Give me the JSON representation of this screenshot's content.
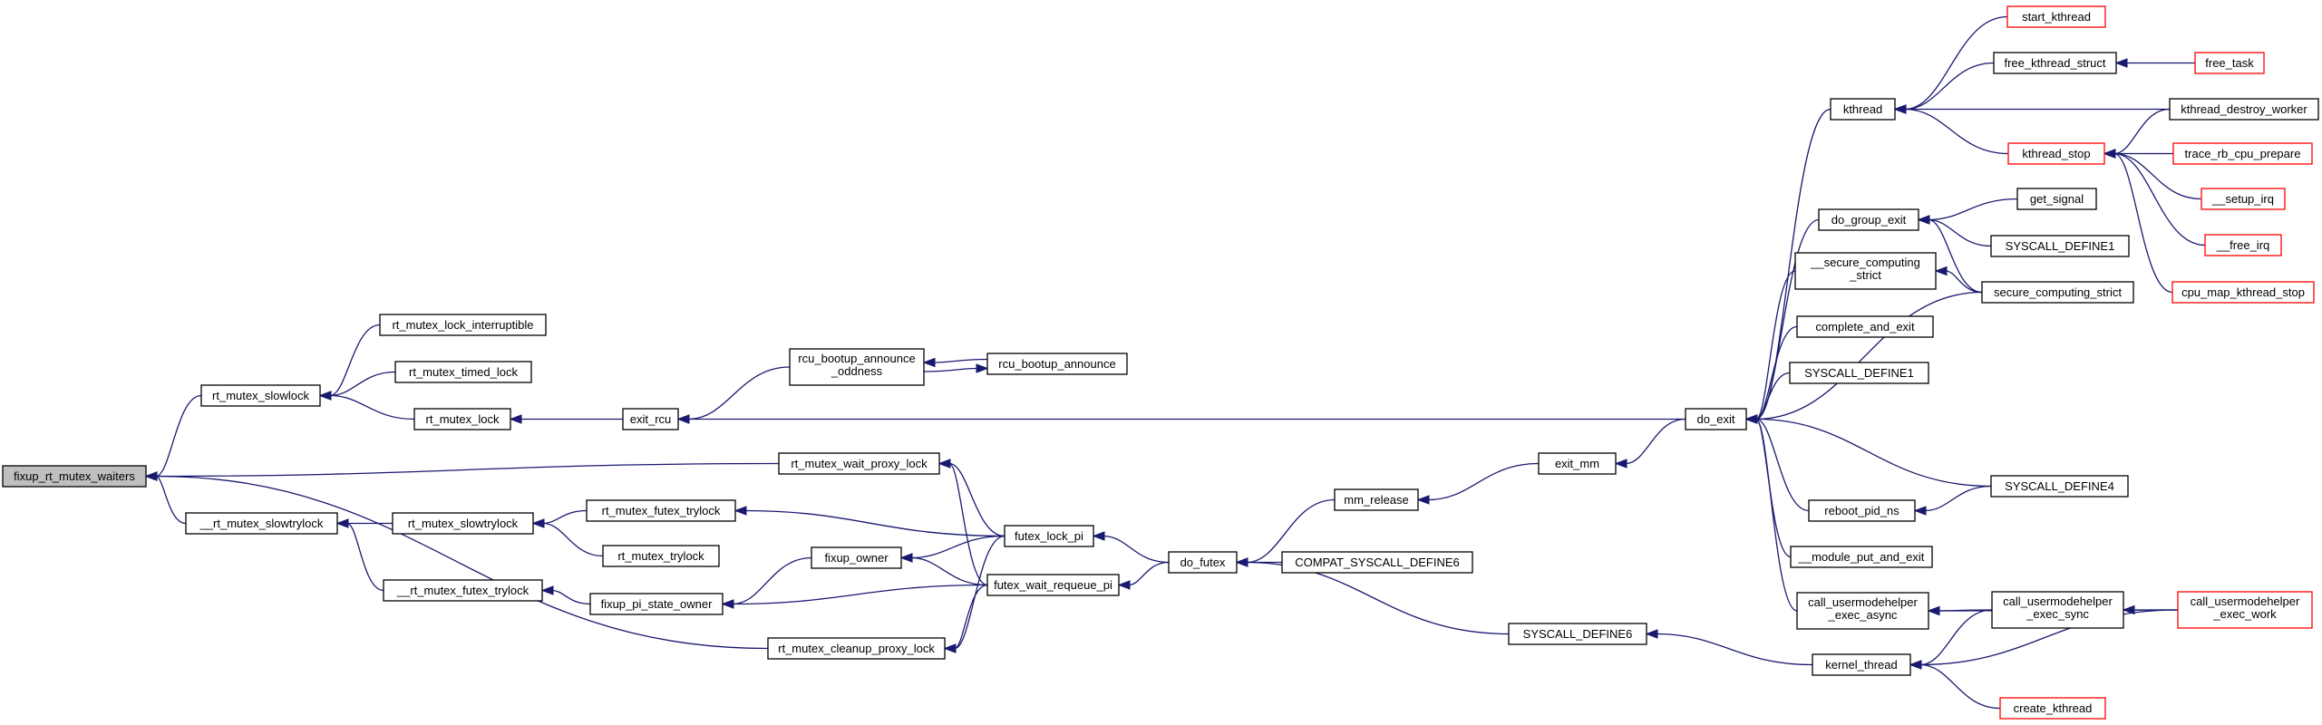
{
  "graph": {
    "nodes": [
      {
        "id": "fixup_rt_mutex_waiters",
        "lines": [
          "fixup_rt_mutex_waiters"
        ],
        "root": true
      },
      {
        "id": "rt_mutex_slowlock",
        "lines": [
          "rt_mutex_slowlock"
        ]
      },
      {
        "id": "__rt_mutex_slowtrylock",
        "lines": [
          "__rt_mutex_slowtrylock"
        ]
      },
      {
        "id": "rt_mutex_wait_proxy_lock",
        "lines": [
          "rt_mutex_wait_proxy_lock"
        ]
      },
      {
        "id": "rt_mutex_cleanup_proxy_lock",
        "lines": [
          "rt_mutex_cleanup_proxy_lock"
        ]
      },
      {
        "id": "rt_mutex_lock_interruptible",
        "lines": [
          "rt_mutex_lock_interruptible"
        ]
      },
      {
        "id": "rt_mutex_timed_lock",
        "lines": [
          "rt_mutex_timed_lock"
        ]
      },
      {
        "id": "rt_mutex_lock",
        "lines": [
          "rt_mutex_lock"
        ]
      },
      {
        "id": "rt_mutex_slowtrylock",
        "lines": [
          "rt_mutex_slowtrylock"
        ]
      },
      {
        "id": "__rt_mutex_futex_trylock",
        "lines": [
          "__rt_mutex_futex_trylock"
        ]
      },
      {
        "id": "exit_rcu",
        "lines": [
          "exit_rcu"
        ]
      },
      {
        "id": "rt_mutex_futex_trylock",
        "lines": [
          "rt_mutex_futex_trylock"
        ]
      },
      {
        "id": "rt_mutex_trylock",
        "lines": [
          "rt_mutex_trylock"
        ]
      },
      {
        "id": "fixup_pi_state_owner",
        "lines": [
          "fixup_pi_state_owner"
        ]
      },
      {
        "id": "rcu_bootup_announce_oddness",
        "lines": [
          "rcu_bootup_announce",
          "_oddness"
        ]
      },
      {
        "id": "fixup_owner",
        "lines": [
          "fixup_owner"
        ]
      },
      {
        "id": "rcu_bootup_announce",
        "lines": [
          "rcu_bootup_announce"
        ]
      },
      {
        "id": "futex_lock_pi",
        "lines": [
          "futex_lock_pi"
        ]
      },
      {
        "id": "futex_wait_requeue_pi",
        "lines": [
          "futex_wait_requeue_pi"
        ]
      },
      {
        "id": "do_futex",
        "lines": [
          "do_futex"
        ]
      },
      {
        "id": "mm_release",
        "lines": [
          "mm_release"
        ]
      },
      {
        "id": "COMPAT_SYSCALL_DEFINE6",
        "lines": [
          "COMPAT_SYSCALL_DEFINE6"
        ]
      },
      {
        "id": "SYSCALL_DEFINE6",
        "lines": [
          "SYSCALL_DEFINE6"
        ]
      },
      {
        "id": "exit_mm",
        "lines": [
          "exit_mm"
        ]
      },
      {
        "id": "do_exit",
        "lines": [
          "do_exit"
        ]
      },
      {
        "id": "kthread",
        "lines": [
          "kthread"
        ]
      },
      {
        "id": "do_group_exit",
        "lines": [
          "do_group_exit"
        ]
      },
      {
        "id": "__secure_computing_strict",
        "lines": [
          "__secure_computing",
          "_strict"
        ]
      },
      {
        "id": "complete_and_exit",
        "lines": [
          "complete_and_exit"
        ]
      },
      {
        "id": "SYSCALL_DEFINE1_a",
        "lines": [
          "SYSCALL_DEFINE1"
        ]
      },
      {
        "id": "reboot_pid_ns",
        "lines": [
          "reboot_pid_ns"
        ]
      },
      {
        "id": "__module_put_and_exit",
        "lines": [
          "__module_put_and_exit"
        ]
      },
      {
        "id": "call_usermodehelper_exec_async",
        "lines": [
          "call_usermodehelper",
          "_exec_async"
        ]
      },
      {
        "id": "kernel_thread",
        "lines": [
          "kernel_thread"
        ]
      },
      {
        "id": "start_kthread",
        "lines": [
          "start_kthread"
        ],
        "red": true
      },
      {
        "id": "free_kthread_struct",
        "lines": [
          "free_kthread_struct"
        ]
      },
      {
        "id": "kthread_stop",
        "lines": [
          "kthread_stop"
        ],
        "red": true
      },
      {
        "id": "get_signal",
        "lines": [
          "get_signal"
        ]
      },
      {
        "id": "SYSCALL_DEFINE1_b",
        "lines": [
          "SYSCALL_DEFINE1"
        ]
      },
      {
        "id": "secure_computing_strict",
        "lines": [
          "secure_computing_strict"
        ]
      },
      {
        "id": "SYSCALL_DEFINE4",
        "lines": [
          "SYSCALL_DEFINE4"
        ]
      },
      {
        "id": "call_usermodehelper_exec_sync",
        "lines": [
          "call_usermodehelper",
          "_exec_sync"
        ]
      },
      {
        "id": "create_kthread",
        "lines": [
          "create_kthread"
        ],
        "red": true
      },
      {
        "id": "free_task",
        "lines": [
          "free_task"
        ],
        "red": true
      },
      {
        "id": "kthread_destroy_worker",
        "lines": [
          "kthread_destroy_worker"
        ]
      },
      {
        "id": "trace_rb_cpu_prepare",
        "lines": [
          "trace_rb_cpu_prepare"
        ],
        "red": true
      },
      {
        "id": "__setup_irq",
        "lines": [
          "__setup_irq"
        ],
        "red": true
      },
      {
        "id": "__free_irq",
        "lines": [
          "__free_irq"
        ],
        "red": true
      },
      {
        "id": "cpu_map_kthread_stop",
        "lines": [
          "cpu_map_kthread_stop"
        ],
        "red": true
      },
      {
        "id": "call_usermodehelper_exec_work",
        "lines": [
          "call_usermodehelper",
          "_exec_work"
        ],
        "red": true
      }
    ],
    "edges": [
      {
        "from": "rt_mutex_slowlock",
        "to": "fixup_rt_mutex_waiters"
      },
      {
        "from": "__rt_mutex_slowtrylock",
        "to": "fixup_rt_mutex_waiters"
      },
      {
        "from": "rt_mutex_wait_proxy_lock",
        "to": "fixup_rt_mutex_waiters"
      },
      {
        "from": "rt_mutex_cleanup_proxy_lock",
        "to": "fixup_rt_mutex_waiters"
      },
      {
        "from": "rt_mutex_lock_interruptible",
        "to": "rt_mutex_slowlock"
      },
      {
        "from": "rt_mutex_timed_lock",
        "to": "rt_mutex_slowlock"
      },
      {
        "from": "rt_mutex_lock",
        "to": "rt_mutex_slowlock"
      },
      {
        "from": "rt_mutex_slowtrylock",
        "to": "__rt_mutex_slowtrylock"
      },
      {
        "from": "__rt_mutex_futex_trylock",
        "to": "__rt_mutex_slowtrylock"
      },
      {
        "from": "exit_rcu",
        "to": "rt_mutex_lock"
      },
      {
        "from": "rt_mutex_futex_trylock",
        "to": "rt_mutex_slowtrylock"
      },
      {
        "from": "rt_mutex_trylock",
        "to": "rt_mutex_slowtrylock"
      },
      {
        "from": "fixup_pi_state_owner",
        "to": "__rt_mutex_futex_trylock"
      },
      {
        "from": "futex_lock_pi",
        "to": "rt_mutex_wait_proxy_lock"
      },
      {
        "from": "futex_wait_requeue_pi",
        "to": "rt_mutex_wait_proxy_lock"
      },
      {
        "from": "futex_lock_pi",
        "to": "rt_mutex_cleanup_proxy_lock"
      },
      {
        "from": "futex_wait_requeue_pi",
        "to": "rt_mutex_cleanup_proxy_lock"
      },
      {
        "from": "rcu_bootup_announce_oddness",
        "to": "exit_rcu"
      },
      {
        "from": "do_exit",
        "to": "exit_rcu"
      },
      {
        "from": "futex_lock_pi",
        "to": "rt_mutex_futex_trylock"
      },
      {
        "from": "fixup_owner",
        "to": "fixup_pi_state_owner"
      },
      {
        "from": "futex_wait_requeue_pi",
        "to": "fixup_pi_state_owner"
      },
      {
        "from": "rcu_bootup_announce",
        "to": "rcu_bootup_announce_oddness"
      },
      {
        "from": "rcu_bootup_announce_oddness",
        "to": "rcu_bootup_announce"
      },
      {
        "from": "futex_lock_pi",
        "to": "fixup_owner"
      },
      {
        "from": "futex_wait_requeue_pi",
        "to": "fixup_owner"
      },
      {
        "from": "do_futex",
        "to": "futex_lock_pi"
      },
      {
        "from": "do_futex",
        "to": "futex_wait_requeue_pi"
      },
      {
        "from": "mm_release",
        "to": "do_futex"
      },
      {
        "from": "COMPAT_SYSCALL_DEFINE6",
        "to": "do_futex"
      },
      {
        "from": "SYSCALL_DEFINE6",
        "to": "do_futex"
      },
      {
        "from": "exit_mm",
        "to": "mm_release"
      },
      {
        "from": "do_exit",
        "to": "exit_mm"
      },
      {
        "from": "kthread",
        "to": "do_exit"
      },
      {
        "from": "do_group_exit",
        "to": "do_exit"
      },
      {
        "from": "__secure_computing_strict",
        "to": "do_exit"
      },
      {
        "from": "complete_and_exit",
        "to": "do_exit"
      },
      {
        "from": "SYSCALL_DEFINE1_a",
        "to": "do_exit"
      },
      {
        "from": "secure_computing_strict",
        "to": "do_exit"
      },
      {
        "from": "SYSCALL_DEFINE4",
        "to": "do_exit"
      },
      {
        "from": "reboot_pid_ns",
        "to": "do_exit"
      },
      {
        "from": "__module_put_and_exit",
        "to": "do_exit"
      },
      {
        "from": "call_usermodehelper_exec_async",
        "to": "do_exit"
      },
      {
        "from": "kernel_thread",
        "to": "SYSCALL_DEFINE6"
      },
      {
        "from": "start_kthread",
        "to": "kthread"
      },
      {
        "from": "free_kthread_struct",
        "to": "kthread"
      },
      {
        "from": "kthread_destroy_worker",
        "to": "kthread"
      },
      {
        "from": "kthread_stop",
        "to": "kthread"
      },
      {
        "from": "get_signal",
        "to": "do_group_exit"
      },
      {
        "from": "SYSCALL_DEFINE1_b",
        "to": "do_group_exit"
      },
      {
        "from": "secure_computing_strict",
        "to": "do_group_exit"
      },
      {
        "from": "secure_computing_strict",
        "to": "__secure_computing_strict"
      },
      {
        "from": "SYSCALL_DEFINE4",
        "to": "reboot_pid_ns"
      },
      {
        "from": "call_usermodehelper_exec_work",
        "to": "call_usermodehelper_exec_async"
      },
      {
        "from": "call_usermodehelper_exec_sync",
        "to": "call_usermodehelper_exec_async"
      },
      {
        "from": "call_usermodehelper_exec_sync",
        "to": "kernel_thread"
      },
      {
        "from": "call_usermodehelper_exec_work",
        "to": "kernel_thread"
      },
      {
        "from": "create_kthread",
        "to": "kernel_thread"
      },
      {
        "from": "call_usermodehelper_exec_work",
        "to": "call_usermodehelper_exec_sync"
      },
      {
        "from": "free_task",
        "to": "free_kthread_struct"
      },
      {
        "from": "kthread_destroy_worker",
        "to": "kthread_stop"
      },
      {
        "from": "trace_rb_cpu_prepare",
        "to": "kthread_stop"
      },
      {
        "from": "__setup_irq",
        "to": "kthread_stop"
      },
      {
        "from": "__free_irq",
        "to": "kthread_stop"
      },
      {
        "from": "cpu_map_kthread_stop",
        "to": "kthread_stop"
      }
    ]
  }
}
